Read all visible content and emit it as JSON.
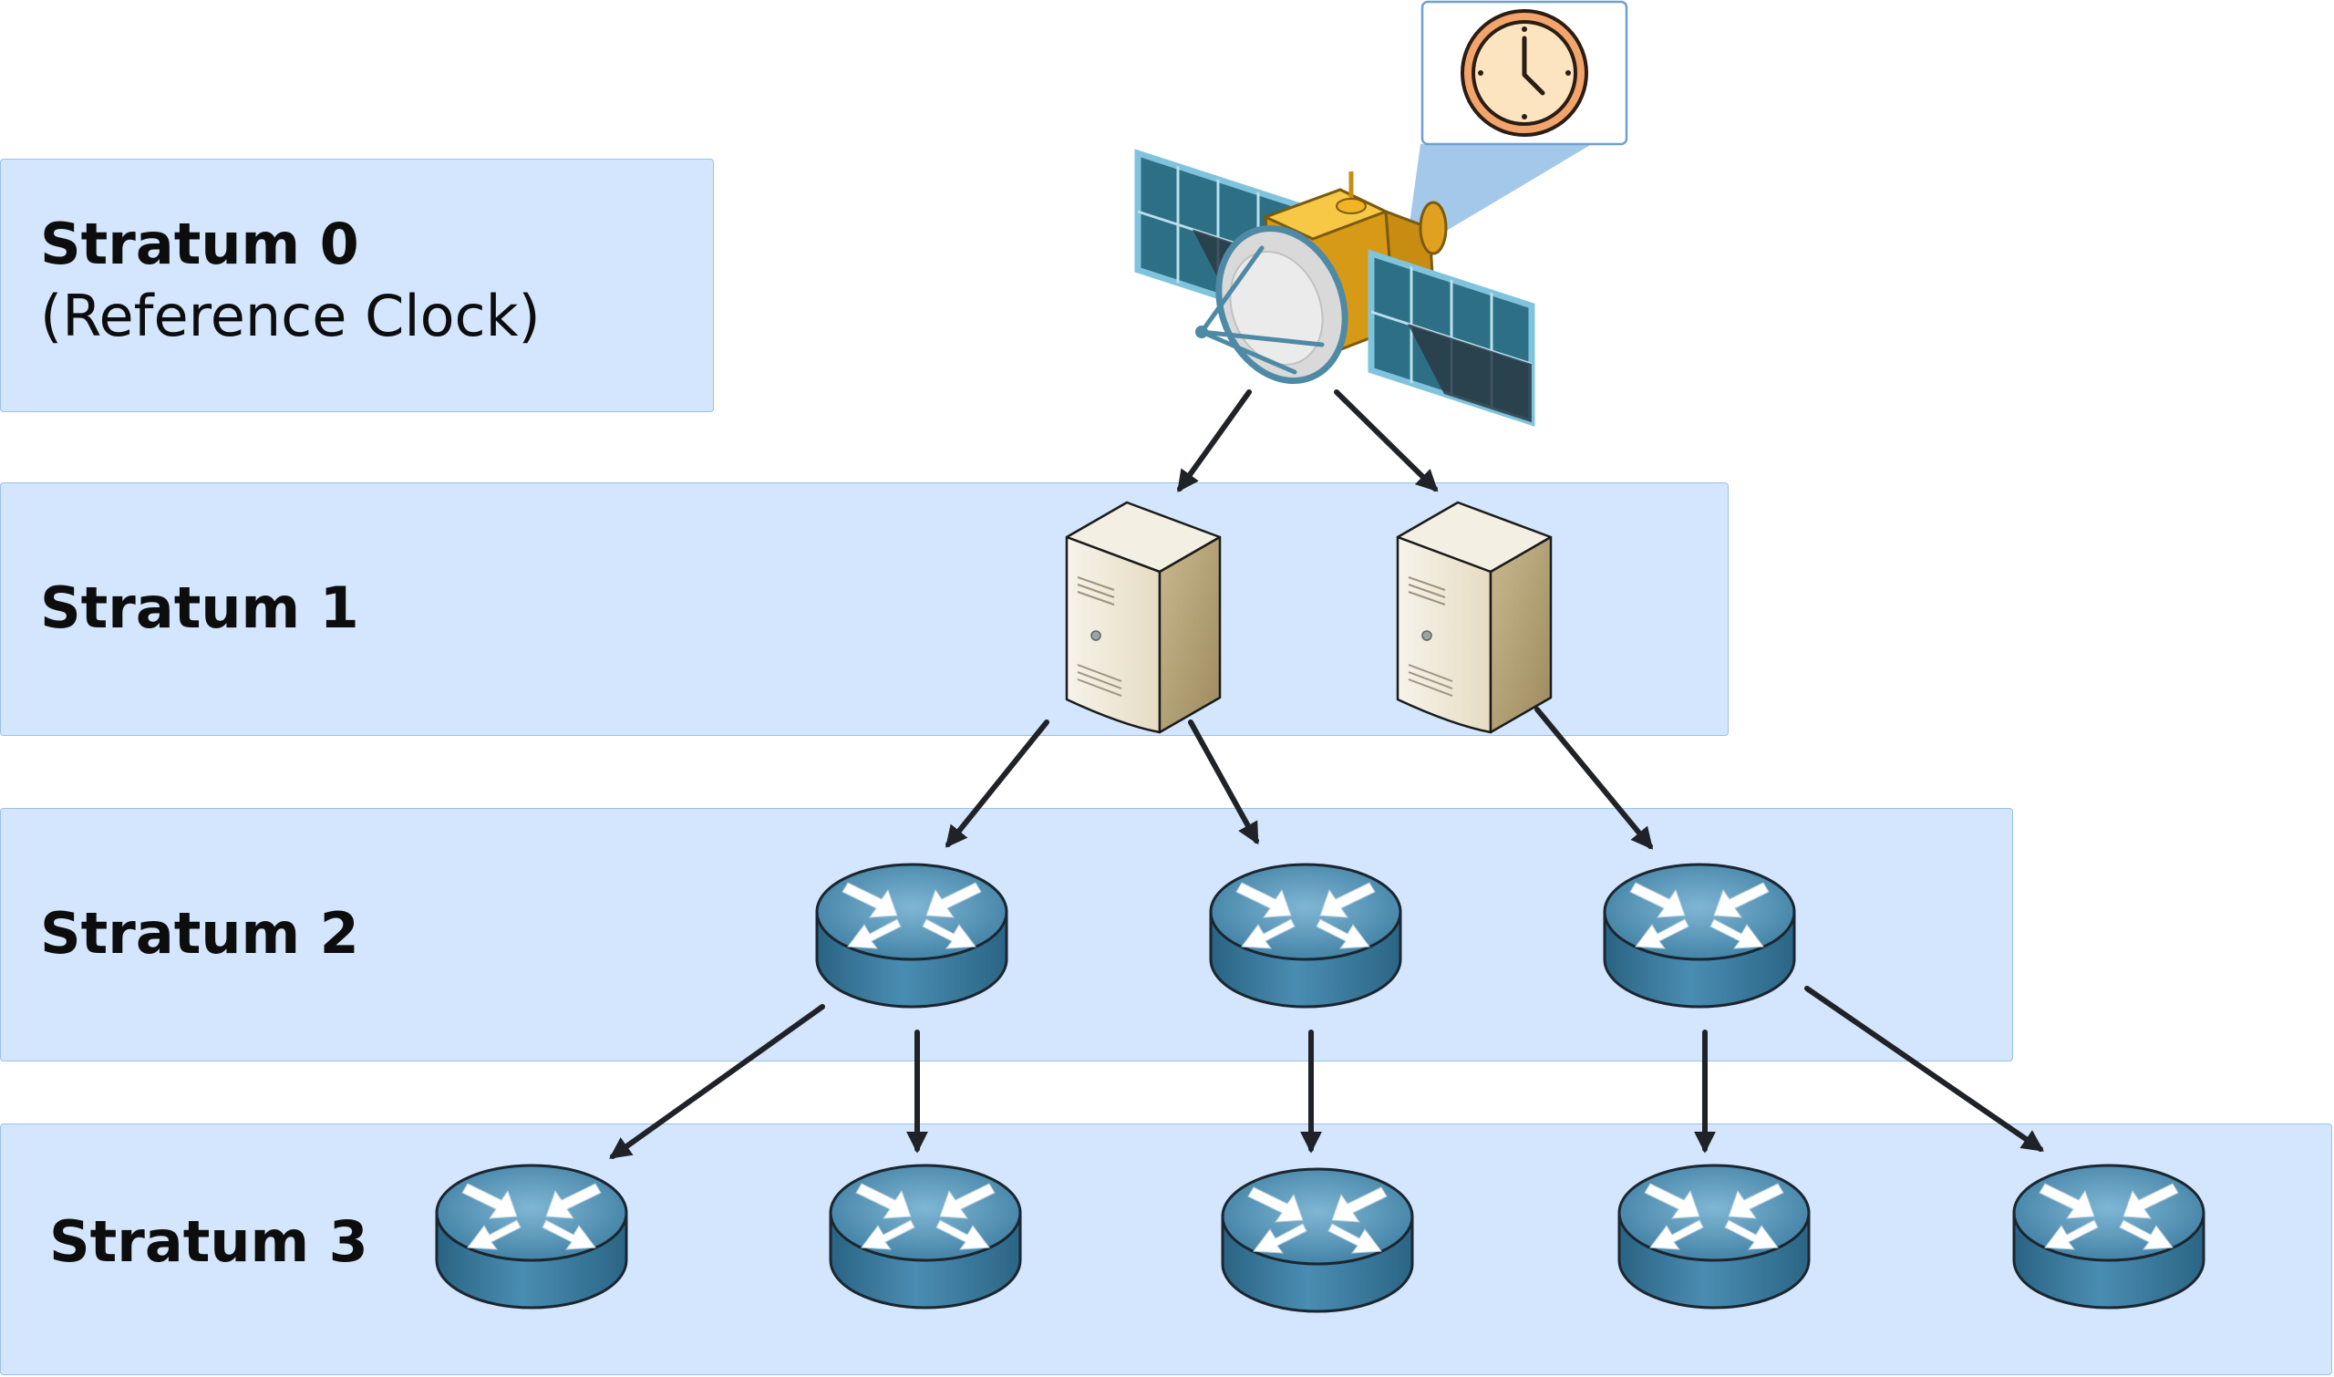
{
  "strata": [
    {
      "title": "Stratum 0",
      "subtitle": "(Reference Clock)",
      "device": "satellite-reference-clock"
    },
    {
      "title": "Stratum 1",
      "device": "server"
    },
    {
      "title": "Stratum 2",
      "device": "router"
    },
    {
      "title": "Stratum 3",
      "device": "router"
    }
  ],
  "icons": {
    "reference_clock": "clock-icon",
    "satellite": "satellite-icon",
    "server": "server-icon",
    "router": "router-icon"
  },
  "colors": {
    "band_fill": "#d3e6fd",
    "band_border": "#9cc0e8",
    "arrow": "#1f2227",
    "router_body": "#3f7fa3",
    "server_body": "#e9e1c8",
    "satellite_body": "#f2b325"
  }
}
